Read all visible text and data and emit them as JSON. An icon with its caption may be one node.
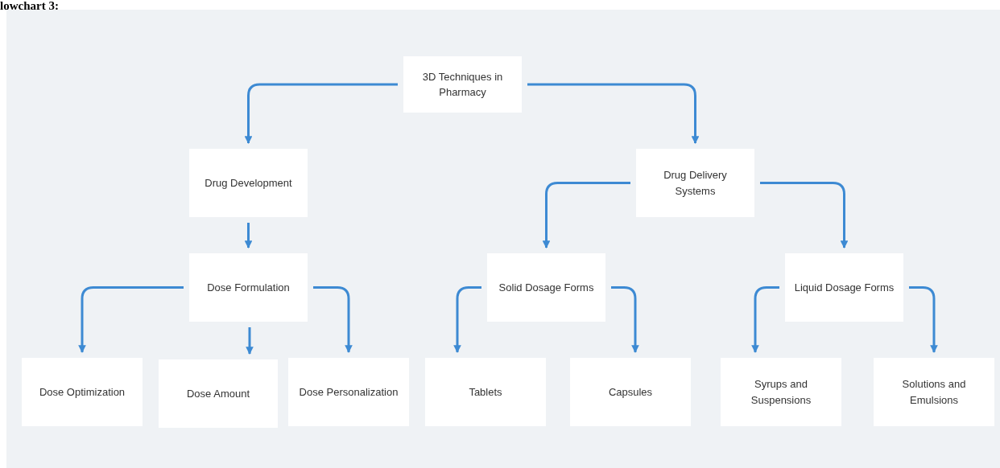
{
  "diagram": {
    "nodes": [
      {
        "text": [
          "3D Techniques in Pharmacy"
        ]
      },
      {
        "text": [
          "Drug Development"
        ]
      },
      {
        "text": [
          "Drug Delivery Systems"
        ]
      },
      {
        "text": [
          "Dose Formulation"
        ]
      },
      {
        "text": [
          "Solid Dosage Forms"
        ]
      },
      {
        "text": [
          "Liquid Dosage Forms"
        ]
      },
      {
        "text": [
          "Dose Optimization"
        ]
      },
      {
        "text": [
          "Dose Amount"
        ]
      },
      {
        "text": [
          "Dose Personalization"
        ]
      },
      {
        "text": [
          "Tablets"
        ]
      },
      {
        "text": [
          "Capsules"
        ]
      },
      {
        "text": [
          "Syrups and Suspensions"
        ]
      },
      {
        "text": [
          "Solutions and Emulsions"
        ]
      }
    ],
    "edges": [
      {
        "from": 0,
        "to": 1,
        "arrow": "to"
      },
      {
        "from": 0,
        "to": 2,
        "arrow": "to"
      },
      {
        "from": 1,
        "to": 3,
        "arrow": "to"
      },
      {
        "from": 3,
        "to": 6,
        "arrow": "to"
      },
      {
        "from": 3,
        "to": 7,
        "arrow": "to"
      },
      {
        "from": 3,
        "to": 8,
        "arrow": "to"
      },
      {
        "from": 2,
        "to": 4,
        "arrow": "to"
      },
      {
        "from": 2,
        "to": 5,
        "arrow": "to"
      },
      {
        "from": 4,
        "to": 9,
        "arrow": "to"
      },
      {
        "from": 4,
        "to": 10,
        "arrow": "to"
      },
      {
        "from": 5,
        "to": 11,
        "arrow": "to"
      },
      {
        "from": 5,
        "to": 12,
        "arrow": "to"
      }
    ],
    "labels": [
      "lowchart 3:"
    ]
  }
}
